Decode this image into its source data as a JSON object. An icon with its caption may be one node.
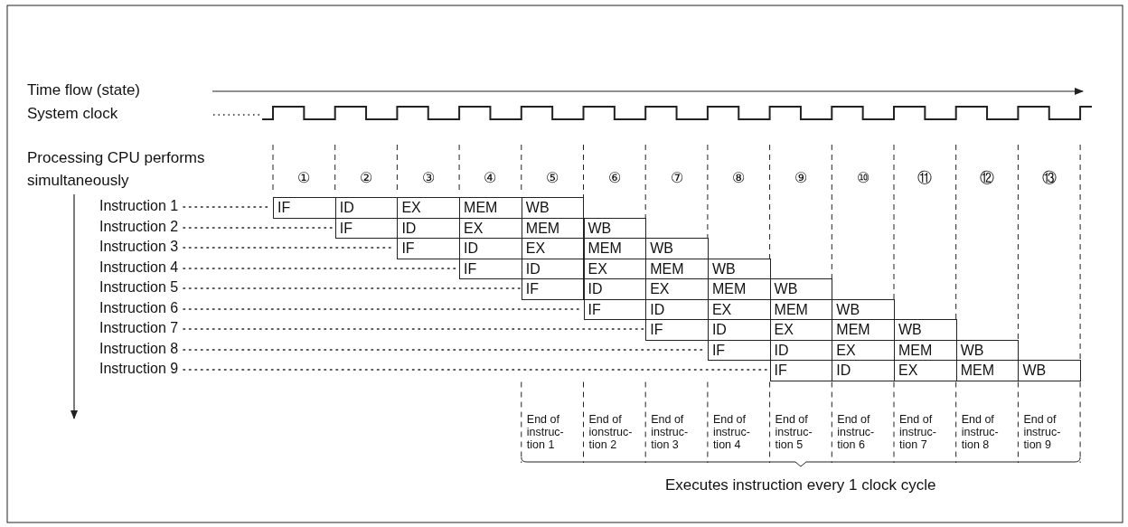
{
  "diagram": {
    "nodes": [
      {
        "text": [
          "Instruction 1"
        ]
      },
      {
        "text": [
          "Instruction 2"
        ]
      },
      {
        "text": [
          "Instruction 3"
        ]
      },
      {
        "text": [
          "Instruction 4"
        ]
      },
      {
        "text": [
          "Instruction 5"
        ]
      },
      {
        "text": [
          "Instruction 6"
        ]
      },
      {
        "text": [
          "Instruction 7"
        ]
      },
      {
        "text": [
          "Instruction 8"
        ]
      },
      {
        "text": [
          "Instruction 9"
        ]
      },
      {
        "text": [
          "IF"
        ]
      },
      {
        "text": [
          "ID"
        ]
      },
      {
        "text": [
          "EX"
        ]
      },
      {
        "text": [
          "MEM"
        ]
      },
      {
        "text": [
          "WB"
        ]
      },
      {
        "text": [
          "IF"
        ]
      },
      {
        "text": [
          "ID"
        ]
      },
      {
        "text": [
          "EX"
        ]
      },
      {
        "text": [
          "MEM"
        ]
      },
      {
        "text": [
          "WB"
        ]
      },
      {
        "text": [
          "IF"
        ]
      },
      {
        "text": [
          "ID"
        ]
      },
      {
        "text": [
          "EX"
        ]
      },
      {
        "text": [
          "MEM"
        ]
      },
      {
        "text": [
          "WB"
        ]
      },
      {
        "text": [
          "IF"
        ]
      },
      {
        "text": [
          "ID"
        ]
      },
      {
        "text": [
          "EX"
        ]
      },
      {
        "text": [
          "MEM"
        ]
      },
      {
        "text": [
          "WB"
        ]
      },
      {
        "text": [
          "IF"
        ]
      },
      {
        "text": [
          "ID"
        ]
      },
      {
        "text": [
          "EX"
        ]
      },
      {
        "text": [
          "MEM"
        ]
      },
      {
        "text": [
          "WB"
        ]
      },
      {
        "text": [
          "IF"
        ]
      },
      {
        "text": [
          "ID"
        ]
      },
      {
        "text": [
          "EX"
        ]
      },
      {
        "text": [
          "MEM"
        ]
      },
      {
        "text": [
          "WB"
        ]
      },
      {
        "text": [
          "IF"
        ]
      },
      {
        "text": [
          "ID"
        ]
      },
      {
        "text": [
          "EX"
        ]
      },
      {
        "text": [
          "MEM"
        ]
      },
      {
        "text": [
          "WB"
        ]
      },
      {
        "text": [
          "IF"
        ]
      },
      {
        "text": [
          "ID"
        ]
      },
      {
        "text": [
          "EX"
        ]
      },
      {
        "text": [
          "MEM"
        ]
      },
      {
        "text": [
          "WB"
        ]
      },
      {
        "text": [
          "IF"
        ]
      },
      {
        "text": [
          "ID"
        ]
      },
      {
        "text": [
          "EX"
        ]
      },
      {
        "text": [
          "MEM"
        ]
      },
      {
        "text": [
          "WB"
        ]
      }
    ],
    "edges": [
      {
        "from": 0,
        "to": 9,
        "arrow": "none",
        "style": "dashed"
      },
      {
        "from": 1,
        "to": 14,
        "arrow": "none",
        "style": "dashed"
      },
      {
        "from": 2,
        "to": 19,
        "arrow": "none",
        "style": "dashed"
      },
      {
        "from": 3,
        "to": 24,
        "arrow": "none",
        "style": "dashed"
      },
      {
        "from": 4,
        "to": 29,
        "arrow": "none",
        "style": "dashed"
      },
      {
        "from": 5,
        "to": 34,
        "arrow": "none",
        "style": "dashed"
      },
      {
        "from": 6,
        "to": 39,
        "arrow": "none",
        "style": "dashed"
      },
      {
        "from": 7,
        "to": 44,
        "arrow": "none",
        "style": "dashed"
      },
      {
        "from": 8,
        "to": 49,
        "arrow": "none",
        "style": "dashed"
      }
    ],
    "labels": [
      "Time flow (state)",
      "System clock",
      "Processing CPU performs simultaneously",
      "①",
      "②",
      "③",
      "④",
      "⑤",
      "⑥",
      "⑦",
      "⑧",
      "⑨",
      "⑩",
      "⑪",
      "⑫",
      "⑬",
      "End of instruc- tion 1",
      "End of ionstruc- tion 2",
      "End of instruc- tion 3",
      "End of instruc- tion 4",
      "End of instruc- tion 5",
      "End of instruc- tion 6",
      "End of instruc- tion 7",
      "End of instruc- tion 8",
      "End of instruc- tion 9",
      "Executes instruction every 1 clock cycle"
    ]
  }
}
